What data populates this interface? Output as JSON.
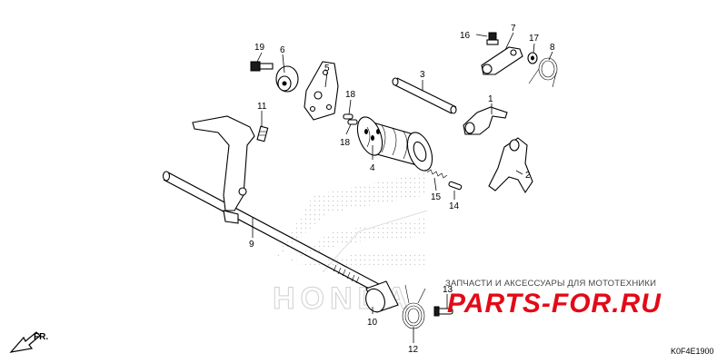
{
  "callouts": {
    "c1": "1",
    "c2": "2",
    "c3": "3",
    "c4": "4",
    "c5": "5",
    "c6": "6",
    "c7": "7",
    "c8": "8",
    "c9": "9",
    "c10": "10",
    "c11": "11",
    "c12": "12",
    "c13": "13",
    "c14": "14",
    "c15": "15",
    "c16": "16",
    "c17": "17",
    "c18a": "18",
    "c18b": "18",
    "c19": "19"
  },
  "front_arrow": "FR.",
  "watermark": {
    "brand_text": "HONDA",
    "shop_caption": "ЗАПЧАСТИ И АКСЕССУАРЫ ДЛЯ МОТОТЕХНИКИ",
    "shop_logo": "PARTS-FOR.RU",
    "shop_logo_color": "#e30a17"
  },
  "diagram_code": "K0F4E1900"
}
